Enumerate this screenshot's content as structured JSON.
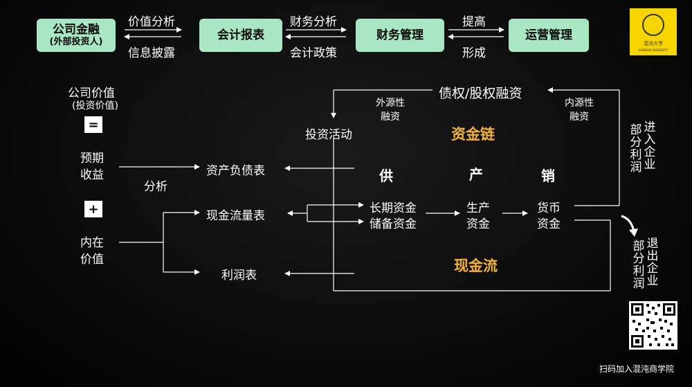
{
  "top_row": {
    "corporate_finance": {
      "label": "公司金融",
      "sub": "(外部投资人)"
    },
    "value_analysis": "价值分析",
    "info_disclosure": "信息披露",
    "accounting_statements": "会计报表",
    "financial_analysis": "财务分析",
    "accounting_policy": "会计政策",
    "financial_management": "财务管理",
    "improve": "提高",
    "form": "形成",
    "operations_management": "运营管理"
  },
  "left": {
    "company_value": "公司价值",
    "investment_value": "(投资价值)",
    "equals": "=",
    "expected_returns_1": "预期",
    "expected_returns_2": "收益",
    "plus": "+",
    "intrinsic_value_1": "内在",
    "intrinsic_value_2": "价值",
    "analysis": "分析"
  },
  "statements": {
    "balance_sheet": "资产负债表",
    "cash_flow_statement": "现金流量表",
    "income_statement": "利润表"
  },
  "capital_loop": {
    "debt_equity_financing": "债权/股权融资",
    "external_financing_1": "外源性",
    "external_financing_2": "融资",
    "internal_financing_1": "内源性",
    "internal_financing_2": "融资",
    "investment_activities": "投资活动",
    "capital_chain": "资金链",
    "supply": "供",
    "produce": "产",
    "sell": "销",
    "long_term_funds": "长期资金",
    "reserve_funds": "储备资金",
    "production_funds_1": "生产",
    "production_funds_2": "资金",
    "monetary_funds_1": "货币",
    "monetary_funds_2": "资金",
    "cash_flow": "现金流",
    "partial_profit_in_a": "进入企业",
    "partial_profit_in_b": "部分利润",
    "partial_profit_out_a": "退出企业",
    "partial_profit_out_b": "部分利润"
  },
  "branding": {
    "logo_text": "混沌大学",
    "logo_subtext": "HUNDUN UNIVERSITY",
    "qr_caption": "扫码加入混沌商学院"
  },
  "colors": {
    "box_fill": "#a8e6c4",
    "highlight": "#f2b233",
    "logo": "#f5d400",
    "background": "#000000"
  }
}
